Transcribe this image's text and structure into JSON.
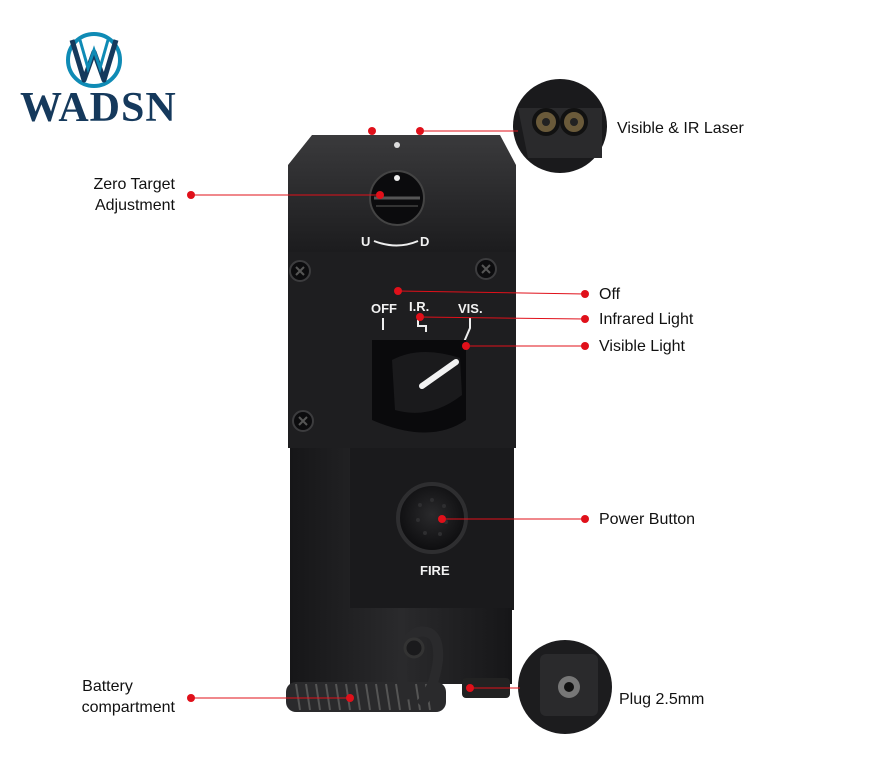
{
  "brand": {
    "name": "WADSN",
    "colors": {
      "logo_navy": "#15395c",
      "logo_teal": "#0f8bb5"
    }
  },
  "annotations": {
    "visible_ir_laser": "Visible & IR Laser",
    "zero_target_line1": "Zero Target",
    "zero_target_line2": "Adjustment",
    "off": "Off",
    "infrared_light": "Infrared Light",
    "visible_light": "Visible Light",
    "power_button": "Power Button",
    "battery_line1": "Battery",
    "battery_line2": "compartment",
    "plug": "Plug 2.5mm"
  },
  "device_markings": {
    "adjust_u": "U",
    "adjust_d": "D",
    "switch_off": "OFF",
    "switch_ir": "I.R.",
    "switch_vis": "VIS.",
    "fire": "FIRE"
  },
  "colors": {
    "callout_red": "#e0101a",
    "device_body": "#1c1c1e",
    "device_dark": "#0d0d0f"
  }
}
